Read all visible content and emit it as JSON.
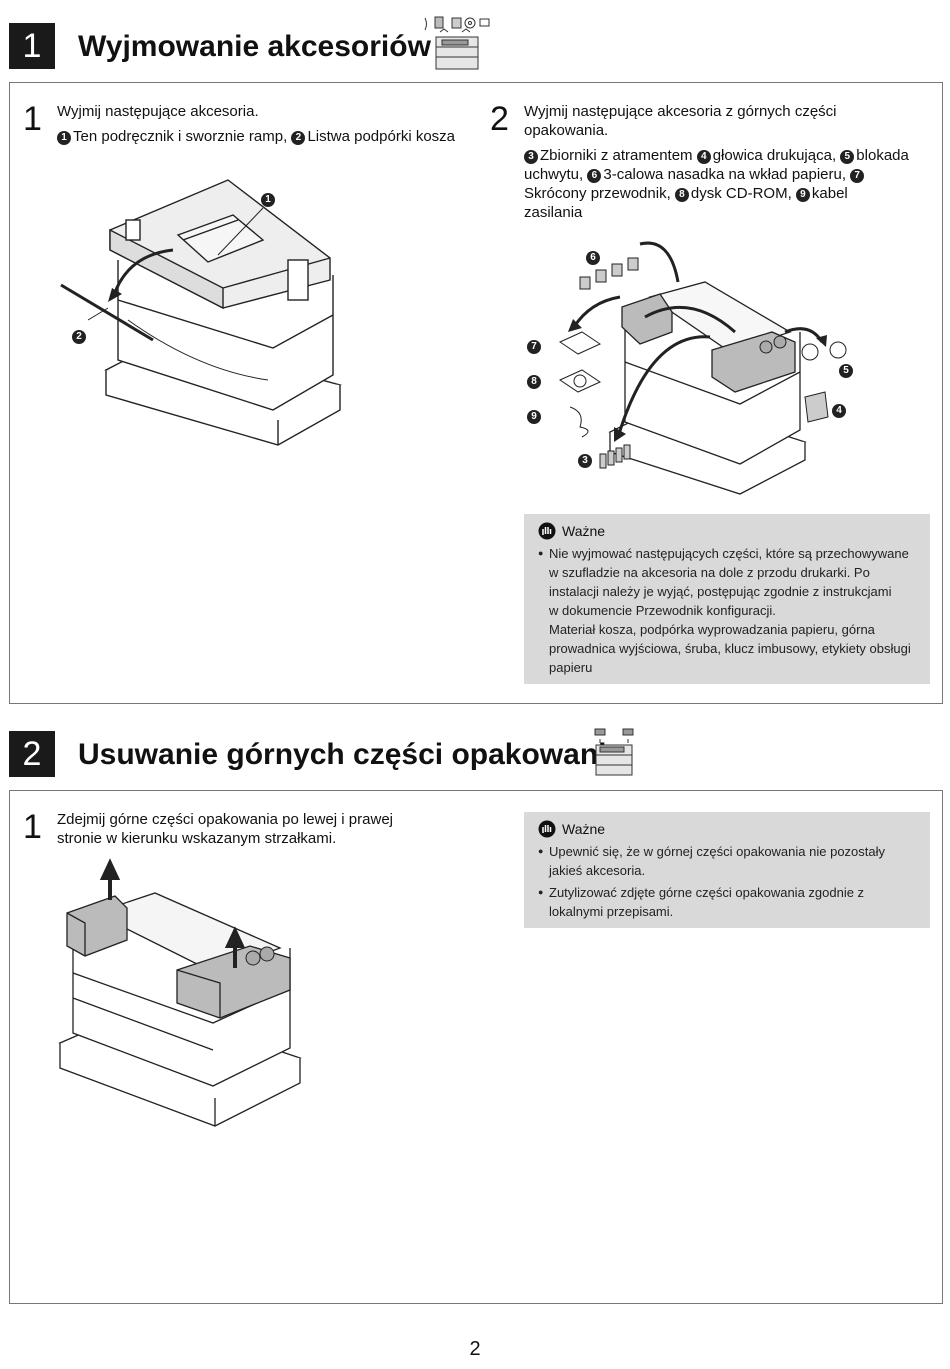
{
  "section1": {
    "number": "1",
    "title": "Wyjmowanie akcesoriów",
    "step1": {
      "number": "1",
      "text_intro": "Wyjmij następujące akcesoria.",
      "items": [
        {
          "badge": "1",
          "text": "Ten podręcznik i sworznie ramp, "
        },
        {
          "badge": "2",
          "text": "Listwa podpórki kosza"
        }
      ],
      "callouts": [
        "1",
        "2"
      ]
    },
    "step2": {
      "number": "2",
      "text_intro": "Wyjmij następujące akcesoria z górnych części opakowania.",
      "items": [
        {
          "badge": "3",
          "text": "Zbiorniki z atramentem "
        },
        {
          "badge": "4",
          "text": "głowica drukująca, "
        },
        {
          "badge": "5",
          "text": "blokada uchwytu, "
        },
        {
          "badge": "6",
          "text": "3-calowa nasadka na wkład papieru, "
        },
        {
          "badge": "7",
          "text": "Skrócony przewodnik, "
        },
        {
          "badge": "8",
          "text": "dysk CD-ROM, "
        },
        {
          "badge": "9",
          "text": "kabel zasilania"
        }
      ],
      "callouts": [
        "6",
        "7",
        "8",
        "9",
        "3",
        "5",
        "4"
      ]
    },
    "note": {
      "heading": "Ważne",
      "lines": [
        "Nie wyjmować następujących części, które są przechowywane",
        "w szufladzie na akcesoria na dole z przodu drukarki. Po",
        "instalacji należy je wyjąć, postępując zgodnie z instrukcjami",
        "w dokumencie Przewodnik konfiguracji.",
        "Materiał kosza, podpórka wyprowadzania papieru, górna",
        "prowadnica wyjściowa, śruba, klucz imbusowy, etykiety obsługi",
        "papieru"
      ]
    }
  },
  "section2": {
    "number": "2",
    "title": "Usuwanie górnych części opakowania",
    "step1": {
      "number": "1",
      "text": "Zdejmij górne części opakowania po lewej i prawej stronie w kierunku wskazanym strzałkami."
    },
    "note": {
      "heading": "Ważne",
      "bullets": [
        {
          "line1": "Upewnić się, że w górnej części opakowania nie pozostały",
          "line2": "jakieś akcesoria."
        },
        {
          "line1": "Zutylizować zdjęte górne części opakowania zgodnie z",
          "line2": "lokalnymi przepisami."
        }
      ]
    }
  },
  "page_number": "2"
}
